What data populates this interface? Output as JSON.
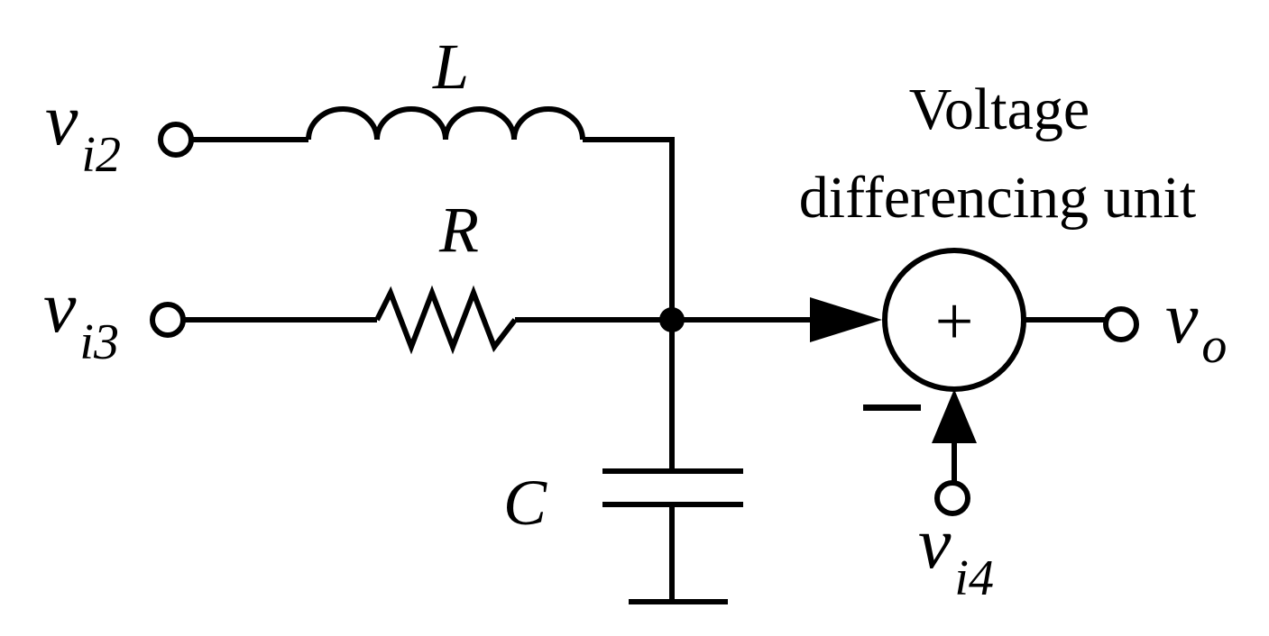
{
  "components": {
    "inductor": {
      "symbol": "L"
    },
    "resistor": {
      "symbol": "R"
    },
    "capacitor": {
      "symbol": "C"
    },
    "summer": {
      "title_line1": "Voltage",
      "title_line2": "differencing unit",
      "plus_sign": "+",
      "minus_sign": "−"
    }
  },
  "terminals": {
    "vi2": {
      "base": "v",
      "sub": "i2"
    },
    "vi3": {
      "base": "v",
      "sub": "i3"
    },
    "vi4": {
      "base": "v",
      "sub": "i4"
    },
    "vo": {
      "base": "v",
      "sub": "o"
    }
  }
}
